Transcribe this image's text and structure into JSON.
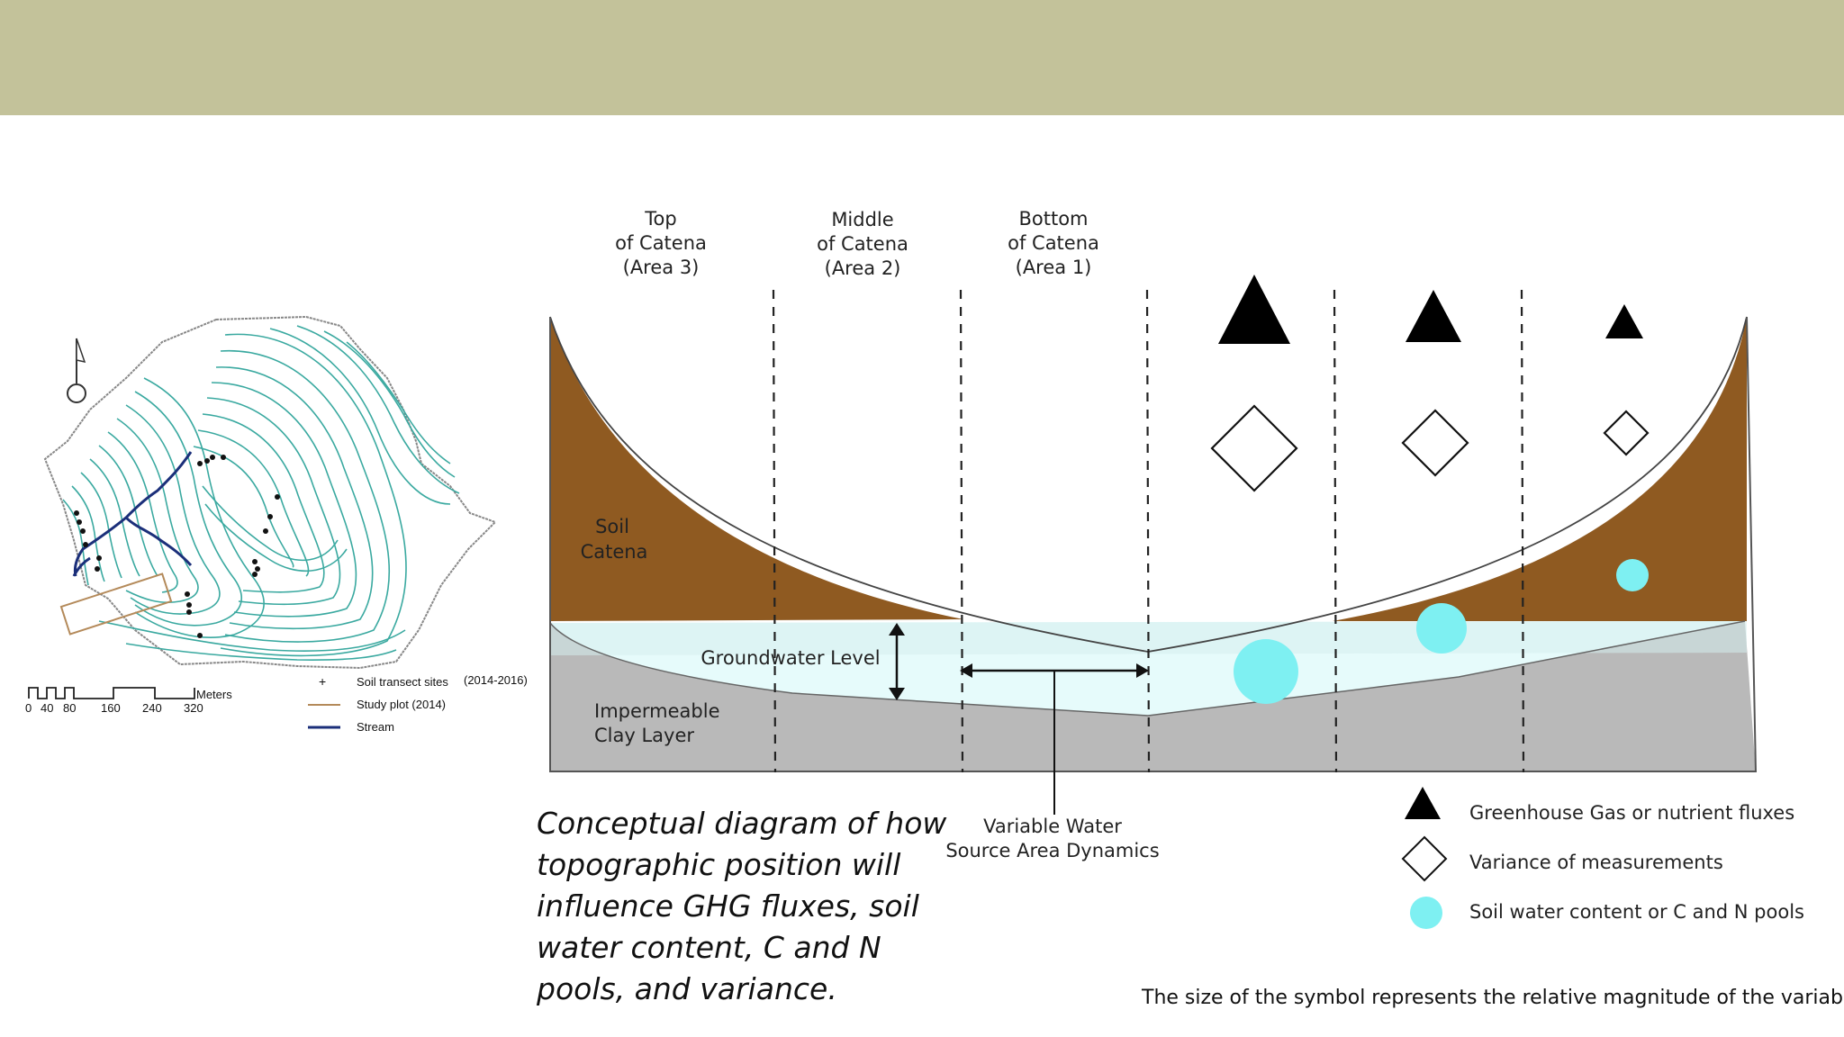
{
  "header": {
    "band_color": "#c3c29a"
  },
  "map": {
    "north_arrow_icon": "north-arrow-icon",
    "scale_unit": "Meters",
    "scale_ticks": [
      "0",
      "40",
      "80",
      "160",
      "240",
      "320"
    ],
    "legend": [
      {
        "label": "Soil transect sites",
        "extra": "(2014-2016)",
        "icon": "cross-marker-icon"
      },
      {
        "label": "Study plot (2014)",
        "icon": "tan-line-icon"
      },
      {
        "label": "Stream",
        "icon": "blue-line-icon"
      }
    ],
    "colors": {
      "contour": "#3aa9a0",
      "stream": "#1b2f7a",
      "plot": "#b48a5a"
    }
  },
  "diagram": {
    "zones": [
      {
        "lines": [
          "Top",
          "of Catena",
          "(Area 3)"
        ]
      },
      {
        "lines": [
          "Middle",
          "of Catena",
          "(Area 2)"
        ]
      },
      {
        "lines": [
          "Bottom",
          "of Catena",
          "(Area 1)"
        ]
      }
    ],
    "soil_label": [
      "Soil",
      "Catena"
    ],
    "groundwater_label": "Groundwater Level",
    "clay_label": [
      "Impermeable",
      "Clay  Layer"
    ],
    "vwsa_label": [
      "Variable Water",
      "Source Area Dynamics"
    ],
    "colors": {
      "soil": "#8f5a21",
      "water": "#e6fbfb",
      "clay": "#b9b9b9",
      "circle": "#7ef0f2",
      "triangle": "#000000"
    },
    "magnitude_order": [
      "large",
      "medium",
      "small"
    ]
  },
  "legend": {
    "items": [
      {
        "label": "Greenhouse Gas or nutrient fluxes",
        "icon": "triangle-icon"
      },
      {
        "label": "Variance of measurements",
        "icon": "diamond-icon"
      },
      {
        "label": "Soil water content or C and N pools",
        "icon": "circle-icon"
      }
    ]
  },
  "caption": "Conceptual diagram of how topographic position will influence GHG fluxes, soil water content, C and N pools, and variance.",
  "footnote": "The size of the symbol represents the relative magnitude of the variable"
}
